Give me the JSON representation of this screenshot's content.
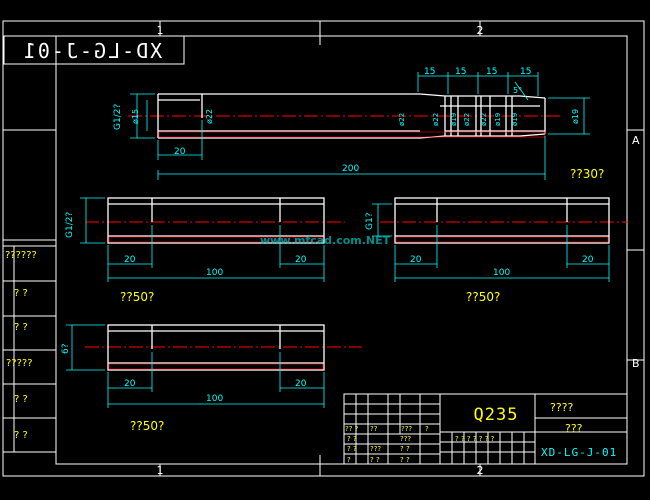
{
  "drawing": {
    "title_mirrored": "XD-LG-J-01",
    "material": "Q235",
    "drawing_number": "XD-LG-J-01",
    "block_label_1": "????",
    "block_label_2": "???",
    "grid_top_1": "1",
    "grid_top_2": "2",
    "grid_bottom_1": "1",
    "grid_bottom_2": "2",
    "grid_right_a": "A",
    "grid_right_b": "B",
    "watermark": "www.mfcad.com.NET"
  },
  "left_table": {
    "rows": [
      "??????",
      "?   ?",
      "?   ?",
      "?????",
      "?   ?",
      "?   ?"
    ]
  },
  "title_block_cells": {
    "r1": [
      "?? ?",
      "??",
      "???",
      "?"
    ],
    "r2": [
      "? ?",
      "???"
    ],
    "r3": [
      "? ?",
      "???",
      "? ?"
    ],
    "r4": [
      "? ? ? ? ? ? ?"
    ],
    "r5": [
      "?",
      "? ?",
      "? ?"
    ]
  },
  "part1": {
    "thread_label": "G1/2?",
    "dims_left": [
      "ø15",
      "ø22"
    ],
    "dims_right": [
      "ø22",
      "ø22",
      "ø19",
      "ø22",
      "ø22",
      "ø19",
      "ø19"
    ],
    "dim_bottom_small": "20",
    "dim_bottom_total": "200",
    "dims_top": [
      "15",
      "15",
      "15",
      "15"
    ],
    "angle": "5°",
    "qty": "??30?"
  },
  "part2": {
    "thread_label": "G1/2?",
    "dim_left": "20",
    "dim_right": "20",
    "dim_total": "100",
    "qty": "??50?"
  },
  "part3": {
    "thread_label": "G1?",
    "dim_left": "20",
    "dim_right": "20",
    "dim_total": "100",
    "qty": "??50?"
  },
  "part4": {
    "thread_label": "6?",
    "dim_left": "20",
    "dim_right": "20",
    "dim_total": "100",
    "qty": "??50?"
  },
  "colors": {
    "background": "#000000",
    "frame": "#ffffff",
    "dimension": "#00ffff",
    "text_label": "#ffff00",
    "center_line": "#ff0000",
    "hatch": "#ff0000"
  }
}
